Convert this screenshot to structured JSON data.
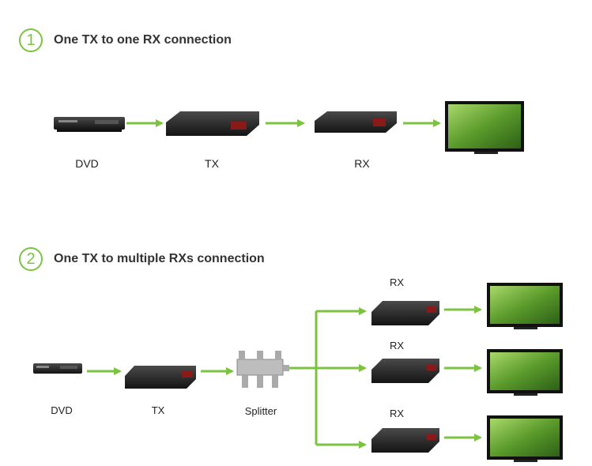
{
  "section1": {
    "number": "1",
    "title": "One TX to one RX connection",
    "labels": {
      "dvd": "DVD",
      "tx": "TX",
      "rx": "RX"
    }
  },
  "section2": {
    "number": "2",
    "title": "One TX to multiple RXs connection",
    "labels": {
      "dvd": "DVD",
      "tx": "TX",
      "splitter": "Splitter",
      "rx1": "RX",
      "rx2": "RX",
      "rx3": "RX"
    }
  },
  "colors": {
    "accent": "#7cc341",
    "device": "#2a2a2a",
    "screen": "#6fae3c"
  }
}
